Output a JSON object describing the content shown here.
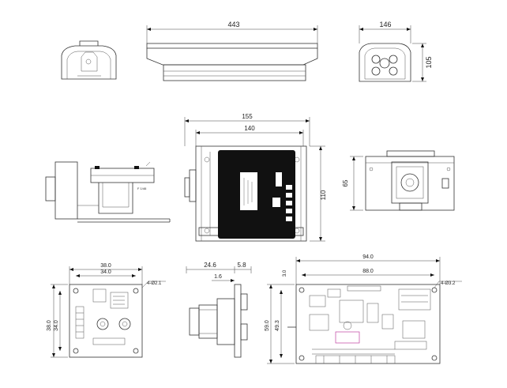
{
  "drawing": {
    "housing_front": {
      "label": ""
    },
    "housing_top": {
      "width": "443"
    },
    "housing_side": {
      "width": "146",
      "height": "105"
    },
    "mount_back": {
      "width_outer": "155",
      "width_inner": "140",
      "height": "110"
    },
    "mount_side": {
      "height": "65"
    },
    "mount_left_label": "F 1/46",
    "board_small": {
      "width_outer": "38.0",
      "width_inner": "34.0",
      "height_outer": "38.0",
      "height_inner": "34.0",
      "holes": "4-Ø2.1"
    },
    "lens_side": {
      "width_a": "24.6",
      "width_b": "5.8",
      "offset": "1.6"
    },
    "board_large": {
      "width_outer": "94.0",
      "width_inner": "88.0",
      "height_outer": "59.0",
      "height_inner": "49.3",
      "margin": "3.0",
      "holes": "4-Ø3.2"
    }
  },
  "colors": {
    "line": "#333333",
    "board_dark": "#111111",
    "accent": "#c040a0"
  }
}
